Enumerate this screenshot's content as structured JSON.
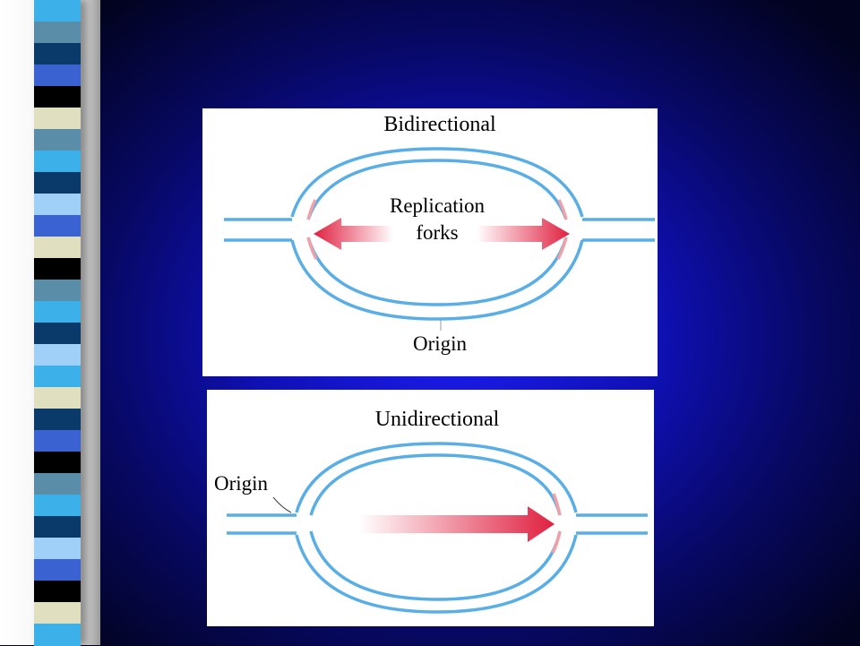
{
  "slide": {
    "background_color": "#1414d8",
    "decor_stripe_colors": [
      "#3cb0e8",
      "#5a8ea8",
      "#0a3a6a",
      "#3a62d0",
      "#000000",
      "#e0e0c0",
      "#5a8ea8",
      "#3cb0e8",
      "#0a3a6a",
      "#a0d0f8",
      "#3a62d0",
      "#e0e0c0",
      "#000000",
      "#5a8ea8",
      "#3cb0e8",
      "#0a3a6a",
      "#a0d0f8",
      "#3cb0e8",
      "#e0e0c0",
      "#0a3a6a",
      "#3a62d0",
      "#000000",
      "#5a8ea8",
      "#3cb0e8",
      "#0a3a6a",
      "#a0d0f8",
      "#3a62d0",
      "#000000",
      "#e0e0c0",
      "#3cb0e8"
    ]
  },
  "diagrams": {
    "bidirectional": {
      "title": "Bidirectional",
      "label_line1": "Replication",
      "label_line2": "forks",
      "origin_label": "Origin"
    },
    "unidirectional": {
      "title": "Unidirectional",
      "origin_label": "Origin"
    }
  },
  "colors": {
    "strand": "#5aaee6",
    "new_strand": "#f2a0a8",
    "arrow": "#e02040"
  }
}
